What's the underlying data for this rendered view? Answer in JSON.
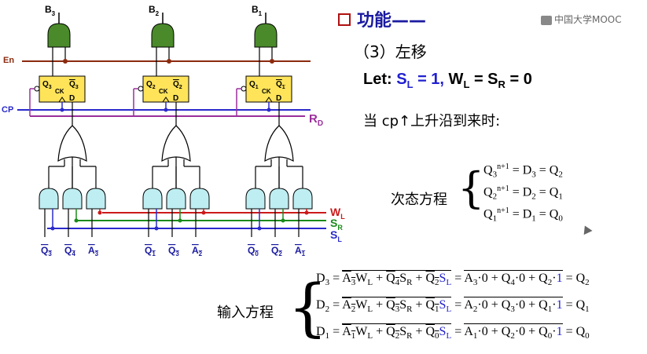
{
  "title": "功能——",
  "logo_text": "中国大学MOOC",
  "heading": "（3）左移",
  "let_line": {
    "prefix": "Let: ",
    "sl": "S",
    "sl_sub": "L",
    "sl_val": " = 1,",
    "wl": " W",
    "wl_sub": "L",
    "eq1": " = S",
    "sr_sub": "R",
    "eq2": " = 0"
  },
  "when_line": "当  cp↑上升沿到来时:",
  "next_state_label": "次态方程",
  "input_eq_label": "输入方程",
  "next_state_equations": [
    {
      "lhs": "Q",
      "lhs_sub": "3",
      "lhs_sup": "n+1",
      "mid": " = D",
      "mid_sub": "3",
      "rhs": " = Q",
      "rhs_sub": "2"
    },
    {
      "lhs": "Q",
      "lhs_sub": "2",
      "lhs_sup": "n+1",
      "mid": " = D",
      "mid_sub": "2",
      "rhs": " = Q",
      "rhs_sub": "1"
    },
    {
      "lhs": "Q",
      "lhs_sub": "1",
      "lhs_sup": "n+1",
      "mid": " = D",
      "mid_sub": "1",
      "rhs": " = Q",
      "rhs_sub": "0"
    }
  ],
  "input_equations": [
    {
      "d": "D",
      "d_sub": "3",
      "a": "A",
      "a_sub": "3",
      "q1": "Q",
      "q1_sub": "4",
      "q2": "Q",
      "q2_sub": "2",
      "res_a": "A",
      "res_a_sub": "3",
      "res_q1": "Q",
      "res_q1_sub": "4",
      "res_q2": "Q",
      "res_q2_sub": "2",
      "final": "Q",
      "final_sub": "2"
    },
    {
      "d": "D",
      "d_sub": "2",
      "a": "A",
      "a_sub": "2",
      "q1": "Q",
      "q1_sub": "3",
      "q2": "Q",
      "q2_sub": "1",
      "res_a": "A",
      "res_a_sub": "2",
      "res_q1": "Q",
      "res_q1_sub": "3",
      "res_q2": "Q",
      "res_q2_sub": "1",
      "final": "Q",
      "final_sub": "1"
    },
    {
      "d": "D",
      "d_sub": "1",
      "a": "A",
      "a_sub": "1",
      "q1": "Q",
      "q1_sub": "2",
      "q2": "Q",
      "q2_sub": "0",
      "res_a": "A",
      "res_a_sub": "1",
      "res_q1": "Q",
      "res_q1_sub": "2",
      "res_q2": "Q",
      "res_q2_sub": "0",
      "final": "Q",
      "final_sub": "0"
    }
  ],
  "eq_terms": {
    "wl": "W",
    "wl_sub": "L",
    "sr": "S",
    "sr_sub": "R",
    "sl": "S",
    "sl_sub": "L",
    "zero": "0",
    "one": "1",
    "dot": "·",
    "plus": " + ",
    "equals": " = "
  },
  "circuit": {
    "outputs": [
      {
        "main": "B",
        "sub": "3"
      },
      {
        "main": "B",
        "sub": "2"
      },
      {
        "main": "B",
        "sub": "1"
      }
    ],
    "en_label": "En",
    "cp_label": "CP",
    "rd_label": "R",
    "rd_sub": "D",
    "ff_labels": [
      {
        "q": "Q",
        "q_sub": "3",
        "qb": "Q",
        "qb_sub": "3",
        "ck": "CK",
        "d": "D"
      },
      {
        "q": "Q",
        "q_sub": "2",
        "qb": "Q",
        "qb_sub": "2",
        "ck": "CK",
        "d": "D"
      },
      {
        "q": "Q",
        "q_sub": "1",
        "qb": "Q",
        "qb_sub": "1",
        "ck": "CK",
        "d": "D"
      }
    ],
    "wl": "W",
    "wl_sub": "L",
    "sr": "S",
    "sr_sub": "R",
    "sl": "S",
    "sl_sub": "L",
    "bottom_inputs": [
      {
        "main": "Q",
        "sub": "3"
      },
      {
        "main": "Q",
        "sub": "4"
      },
      {
        "main": "A",
        "sub": "3"
      },
      {
        "main": "Q",
        "sub": "1"
      },
      {
        "main": "Q",
        "sub": "3"
      },
      {
        "main": "A",
        "sub": "2"
      },
      {
        "main": "Q",
        "sub": "0"
      },
      {
        "main": "Q",
        "sub": "2"
      },
      {
        "main": "A",
        "sub": "1"
      }
    ],
    "colors": {
      "en": "#8b2a0e",
      "cp": "#2a2acc",
      "rd": "#9b2f9b",
      "wl": "#cc1a1a",
      "sr": "#1a8a1a",
      "sl": "#2a2acc",
      "gate_green": "#4a8a2a",
      "ff_yellow": "#ffe45a",
      "and_cyan": "#bfeef2",
      "or_white": "#ffffff"
    }
  }
}
